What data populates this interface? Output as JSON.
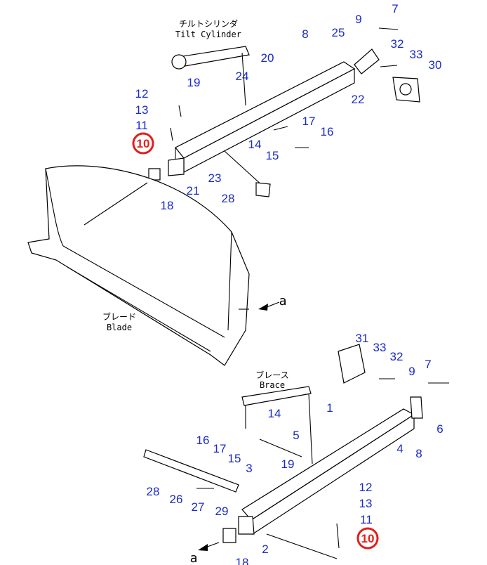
{
  "captions": {
    "tilt_cylinder_jp": "チルトシリンダ",
    "tilt_cylinder_en": "Tilt Cylinder",
    "blade_jp": "ブレード",
    "blade_en": "Blade",
    "brace_jp": "ブレース",
    "brace_en": "Brace",
    "view_arrow_upper": "a",
    "view_arrow_lower": "a"
  },
  "upper_callouts": [
    "7",
    "9",
    "8",
    "25",
    "32",
    "33",
    "30",
    "20",
    "24",
    "19",
    "12",
    "13",
    "11",
    "10",
    "22",
    "17",
    "16",
    "14",
    "15",
    "23",
    "21",
    "28",
    "18"
  ],
  "lower_callouts": [
    "31",
    "33",
    "32",
    "7",
    "9",
    "1",
    "14",
    "6",
    "16",
    "17",
    "5",
    "15",
    "4",
    "8",
    "3",
    "19",
    "28",
    "12",
    "26",
    "13",
    "27",
    "29",
    "11",
    "10",
    "2",
    "18"
  ],
  "colors": {
    "callout": "#1a2bc8",
    "highlight_circle": "#e0201c"
  }
}
